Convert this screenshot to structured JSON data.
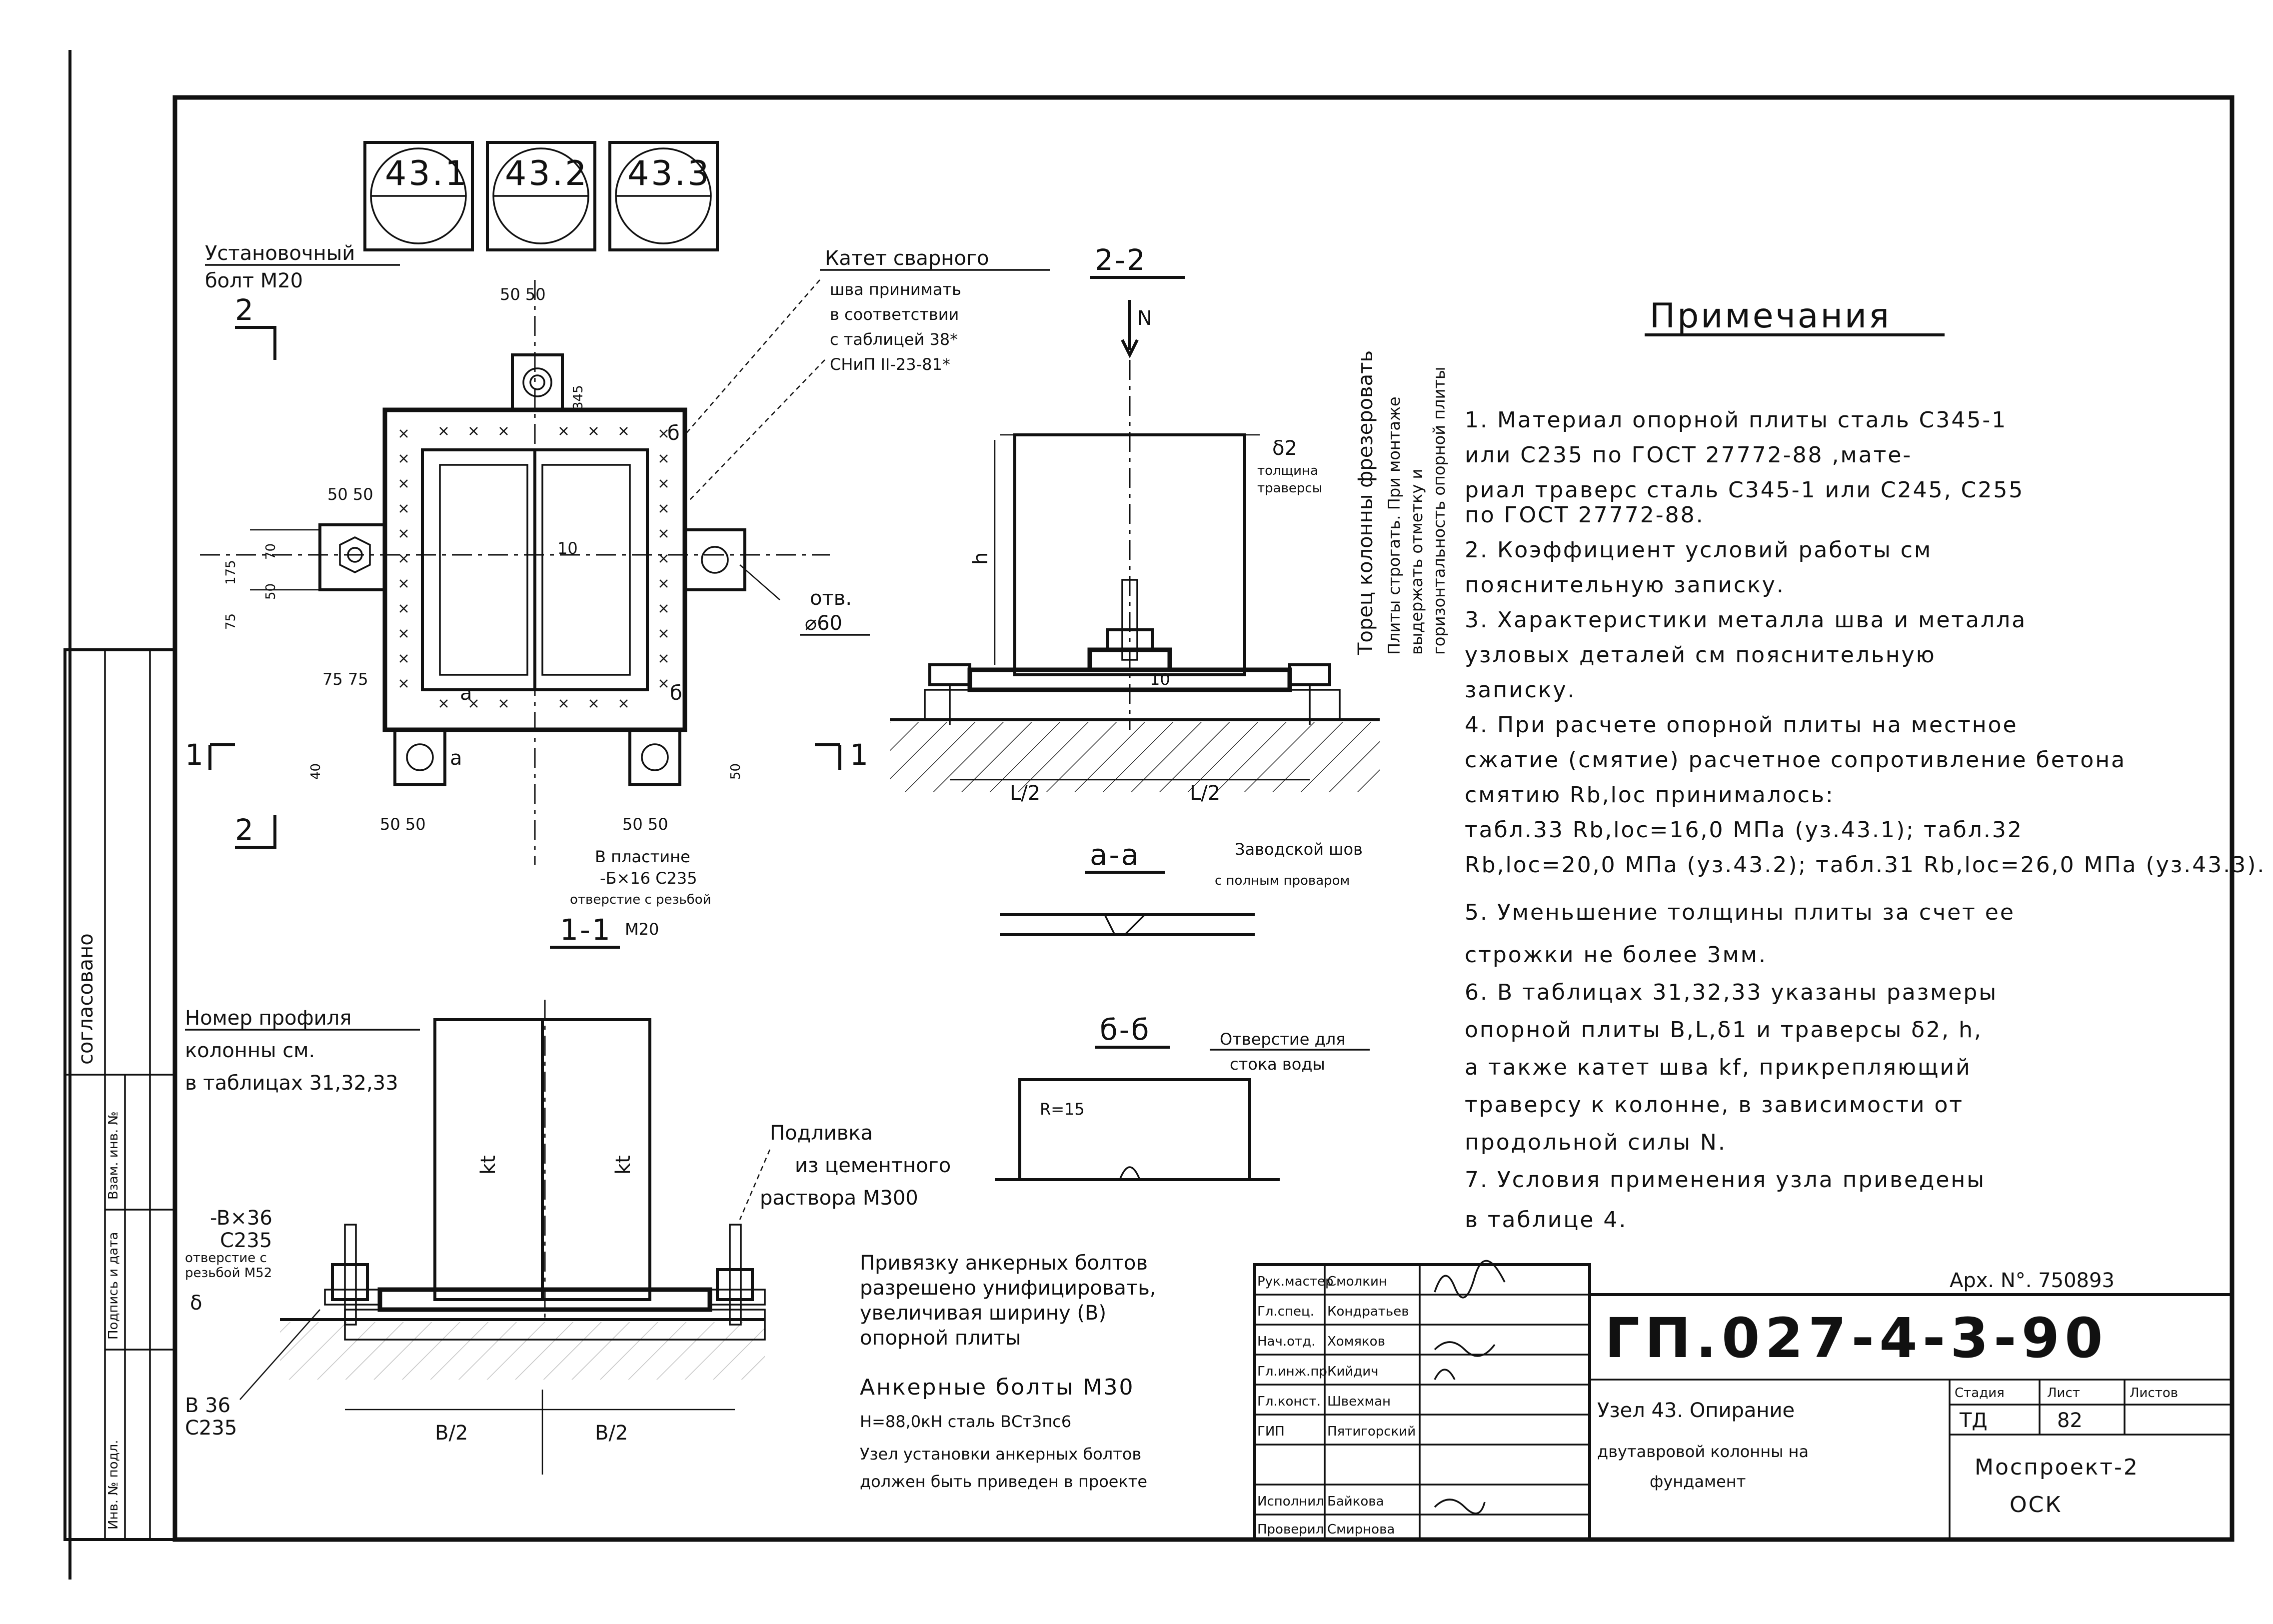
{
  "drawing": {
    "header_marks": [
      "43.1",
      "43.2",
      "43.3"
    ],
    "plan": {
      "label_bolt": "Установочный",
      "label_bolt_2": "болт  М20",
      "section_marker": "2",
      "section_1": "1",
      "dim_50_50": "50 50",
      "dim_345": "345",
      "dim_50c50": "50 50",
      "dim_175": "175",
      "dim_70": "70",
      "dim_50": "50",
      "dim_75": "75",
      "dim_75_75": "75 75",
      "dim_40": "40",
      "dim_50b": "50",
      "dim_50_50b": "50 50",
      "dim_50_50c": "50 50",
      "dim_10": "10",
      "mark_a": "a",
      "mark_b": "б",
      "hole_label": "отв.",
      "hole_dia": "⌀60",
      "plate_note_1": "В пластине",
      "plate_note_2": "-Б×16  С235",
      "plate_note_3": "отверстие с резьбой",
      "plate_note_4": "М20"
    },
    "weld_note": {
      "line1": "Катет сварного",
      "line2": "шва принимать",
      "line3": "в соответствии",
      "line4": "с таблицей 38*",
      "line5": "СНиП II-23-81*"
    },
    "section_2_2": {
      "label": "2-2",
      "force": "N",
      "h_label": "h",
      "delta2": "δ2",
      "delta2_note_1": "толщина",
      "delta2_note_2": "траверсы",
      "half_l_left": "L/2",
      "half_l_right": "L/2",
      "ten": "10"
    },
    "vertical_note": {
      "line1": "Торец колонны фрезеровать",
      "line2": "Плиты строгать. При монтаже",
      "line3": "выдержать отметку и",
      "line4": "горизонтальность опорной плиты"
    },
    "section_1_1_label": "1-1",
    "section_aa": {
      "label": "a-a",
      "note_1": "Заводской шов",
      "note_2": "с полным проваром"
    },
    "section_bb": {
      "label": "б-б",
      "note_1": "Отверстие для",
      "note_2": "стока воды",
      "r15": "R=15"
    },
    "column_note": {
      "line1": "Номер профиля",
      "line2": "колонны см.",
      "line3": "в таблицах 31,32,33"
    },
    "grout_note": {
      "line1": "Подливка",
      "line2": "из цементного",
      "line3": "раствора М300"
    },
    "bolt_side": {
      "b36": "-B×36",
      "c235": "С235",
      "small_1": "отверстие с",
      "small_2": "резьбой М52",
      "delta": "δ",
      "b36_2": "В 36",
      "c235_2": "С235",
      "half_b_left": "B/2",
      "half_b_right": "B/2",
      "kt_left": "kt",
      "kt_right": "kt"
    },
    "anchor_notes": {
      "line1": "Привязку анкерных болтов",
      "line2": "разрешено унифицировать,",
      "line3": "увеличивая ширину (B)",
      "line4": "опорной плиты",
      "line5": "Анкерные болты М30",
      "line6": "H=88,0кН     сталь ВСт3пс6",
      "line7": "Узел установки анкерных болтов",
      "line8": "должен быть приведен в проекте"
    },
    "notes": {
      "heading": "Примечания",
      "items": [
        "1. Материал опорной плиты сталь С345-1",
        "   или С235    по ГОСТ 27772-88        ,мате-",
        "   риал траверс сталь С345-1 или С245, С255",
        "   по ГОСТ 27772-88.",
        "2. Коэффициент    условий   работы    см",
        "   пояснительную  записку.",
        "3. Характеристики   металла  шва  и  металла",
        "   узловых  деталей   см   пояснительную",
        "   записку.",
        "4. При расчете  опорной   плиты  на местное",
        "   сжатие (смятие) расчетное сопротивление бетона",
        "   смятию Rb,loc принималось:",
        "   табл.33 Rb,loc=16,0 МПа (уз.43.1);  табл.32",
        "   Rb,loc=20,0 МПа (уз.43.2); табл.31 Rb,loc=26,0 МПа (уз.43.3).",
        "5. Уменьшение толщины плиты за счет ее",
        "   строжки не более 3мм.",
        "6. В таблицах 31,32,33 указаны размеры",
        "   опорной плиты B,L,δ1 и траверсы δ2, h,",
        "   а также катет шва kf, прикрепляющий",
        "   траверсу к колонне, в зависимости от",
        "   продольной силы N.",
        "7. Условия применения узла приведены",
        "   в таблице 4."
      ]
    },
    "title_block": {
      "arch_no": "Арх. N°. 750893",
      "code": "ГП.027-4-3-90",
      "roles": [
        "Рук.мастер",
        "Гл.спец.",
        "Нач.отд.",
        "Гл.инж.пр.",
        "Гл.конст.",
        "ГИП",
        "",
        "Исполнил",
        "Проверил"
      ],
      "names": [
        "Смолкин",
        "Кондратьев",
        "Хомяков",
        "Кийдич",
        "Швехман",
        "Пятигорский",
        "",
        "Байкова",
        "Смирнова"
      ],
      "title_line1": "Узел 43.  Опирание",
      "title_line2": "двутавровой колонны на",
      "title_line3": "фундамент",
      "stage_h": "Стадия",
      "sheet_h": "Лист",
      "sheets_h": "Листов",
      "stage": "ТД",
      "sheet": "82",
      "org_1": "Моспроект-2",
      "org_2": "ОСК"
    },
    "left_strip": {
      "approved": "согласовано",
      "col_labels": [
        "Инв. № подл.",
        "Подпись и дата",
        "Взам. инв. №"
      ]
    }
  }
}
